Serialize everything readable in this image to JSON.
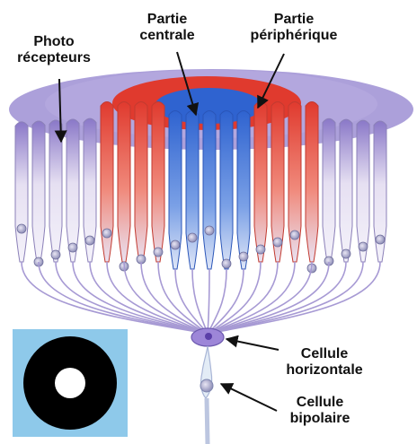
{
  "labels": {
    "photoreceptors": [
      "Photo",
      "récepteurs"
    ],
    "central": [
      "Partie",
      "centrale"
    ],
    "peripheral": [
      "Partie",
      "périphérique"
    ],
    "horizontal_cell": [
      "Cellule",
      "horizontale"
    ],
    "bipolar_cell": [
      "Cellule",
      "bipolaire"
    ]
  },
  "colors": {
    "center_blue": "#3a6fd8",
    "periphery_red": "#e03a2e",
    "outer_violet": "#8a78c8",
    "inset_background": "#8ec9ea",
    "inset_ring": "#000000",
    "inset_center": "#ffffff"
  }
}
